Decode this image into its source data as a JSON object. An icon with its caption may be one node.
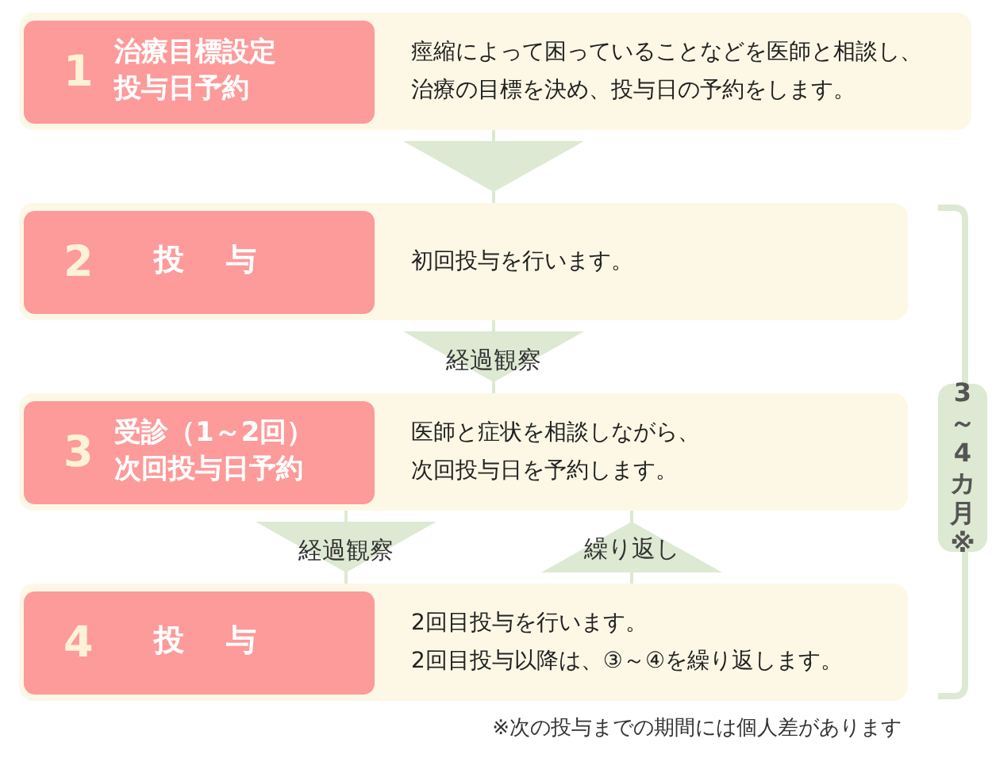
{
  "diagram": {
    "nodes": [
      {
        "text": [
          "痙縮によって困っていることなどを医師と相談し、治療の目標を決め、投与日の予約をします。"
        ]
      },
      {
        "text": [
          "1",
          "治療目標設定投与日予約"
        ],
        "in": 0
      },
      {
        "text": [
          "初回投与を行います。"
        ]
      },
      {
        "text": [
          "2",
          "投与"
        ],
        "in": 2
      },
      {
        "text": [
          "医師と症状を相談しながら、次回投与日を予約します。"
        ]
      },
      {
        "text": [
          "3",
          "受診（1～2回）次回投与日予約"
        ],
        "in": 4
      },
      {
        "text": [
          "2回目投与を行います。",
          "2回目投与以降は、③～④を繰り返します。"
        ]
      },
      {
        "text": [
          "4",
          "投与"
        ],
        "in": 6
      },
      {
        "text": [
          "3～4カ月※"
        ]
      }
    ],
    "edges": [
      {
        "from": 0,
        "to": 2,
        "arrow": "to"
      },
      {
        "from": 2,
        "to": 4,
        "arrow": "to",
        "label": "経過観察"
      },
      {
        "from": 4,
        "to": 6,
        "arrow": "to",
        "label": "経過観察"
      },
      {
        "from": 6,
        "to": 4,
        "arrow": "to",
        "label": "繰り返し"
      }
    ],
    "labels": [
      "※次の投与までの期間には個人差があります"
    ]
  }
}
